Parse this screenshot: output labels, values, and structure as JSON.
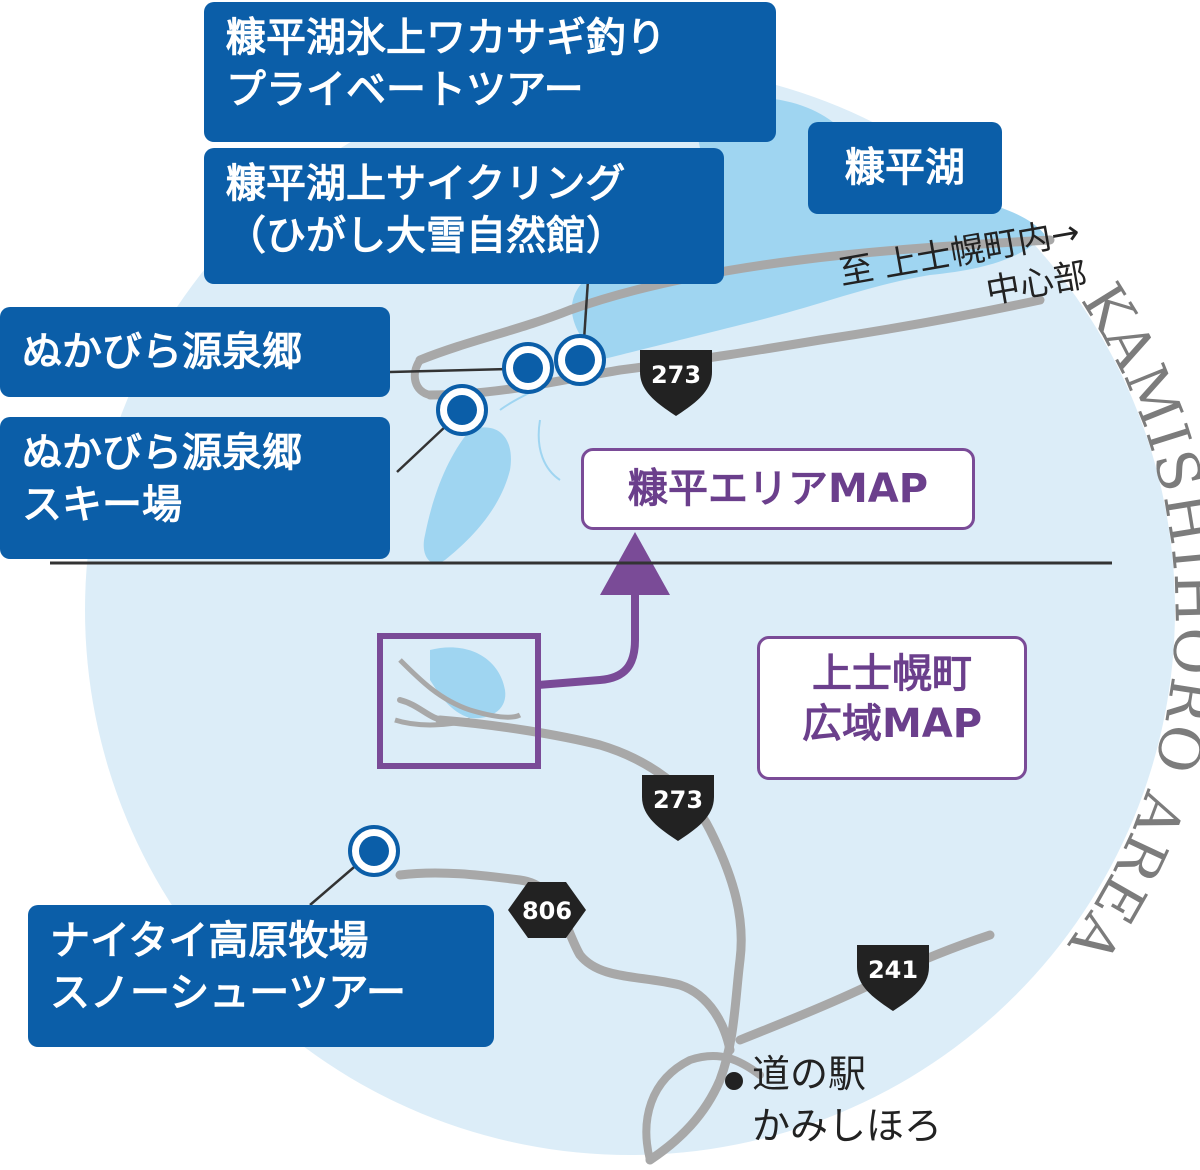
{
  "labels": {
    "icefishing": [
      "糠平湖氷上ワカサギ釣り",
      "プライベートツアー"
    ],
    "cycling": [
      "糠平湖上サイクリング",
      "（ひがし大雪自然館）"
    ],
    "lake": "糠平湖",
    "onsen": "ぬかびら源泉郷",
    "ski": [
      "ぬかびら源泉郷",
      "スキー場"
    ],
    "naitai": [
      "ナイタイ高原牧場",
      "スノーシューツアー"
    ]
  },
  "area_map_title": "糠平エリアMAP",
  "wide_map_title": [
    "上士幌町",
    "広域MAP"
  ],
  "direction": [
    "至 上士幌町内→",
    "中心部"
  ],
  "station": [
    "道の駅",
    "かみしほろ"
  ],
  "arc_text": "KAMISHIHORO AREA",
  "routes": {
    "r273a": "273",
    "r273b": "273",
    "r806": "806",
    "r241": "241"
  },
  "colors": {
    "label_blue": "#0b5ea8",
    "circle_bg": "#dcedf8",
    "lake": "#9fd5f1",
    "road": "#a8a8a8",
    "accent_purple": "#7a4b97"
  }
}
